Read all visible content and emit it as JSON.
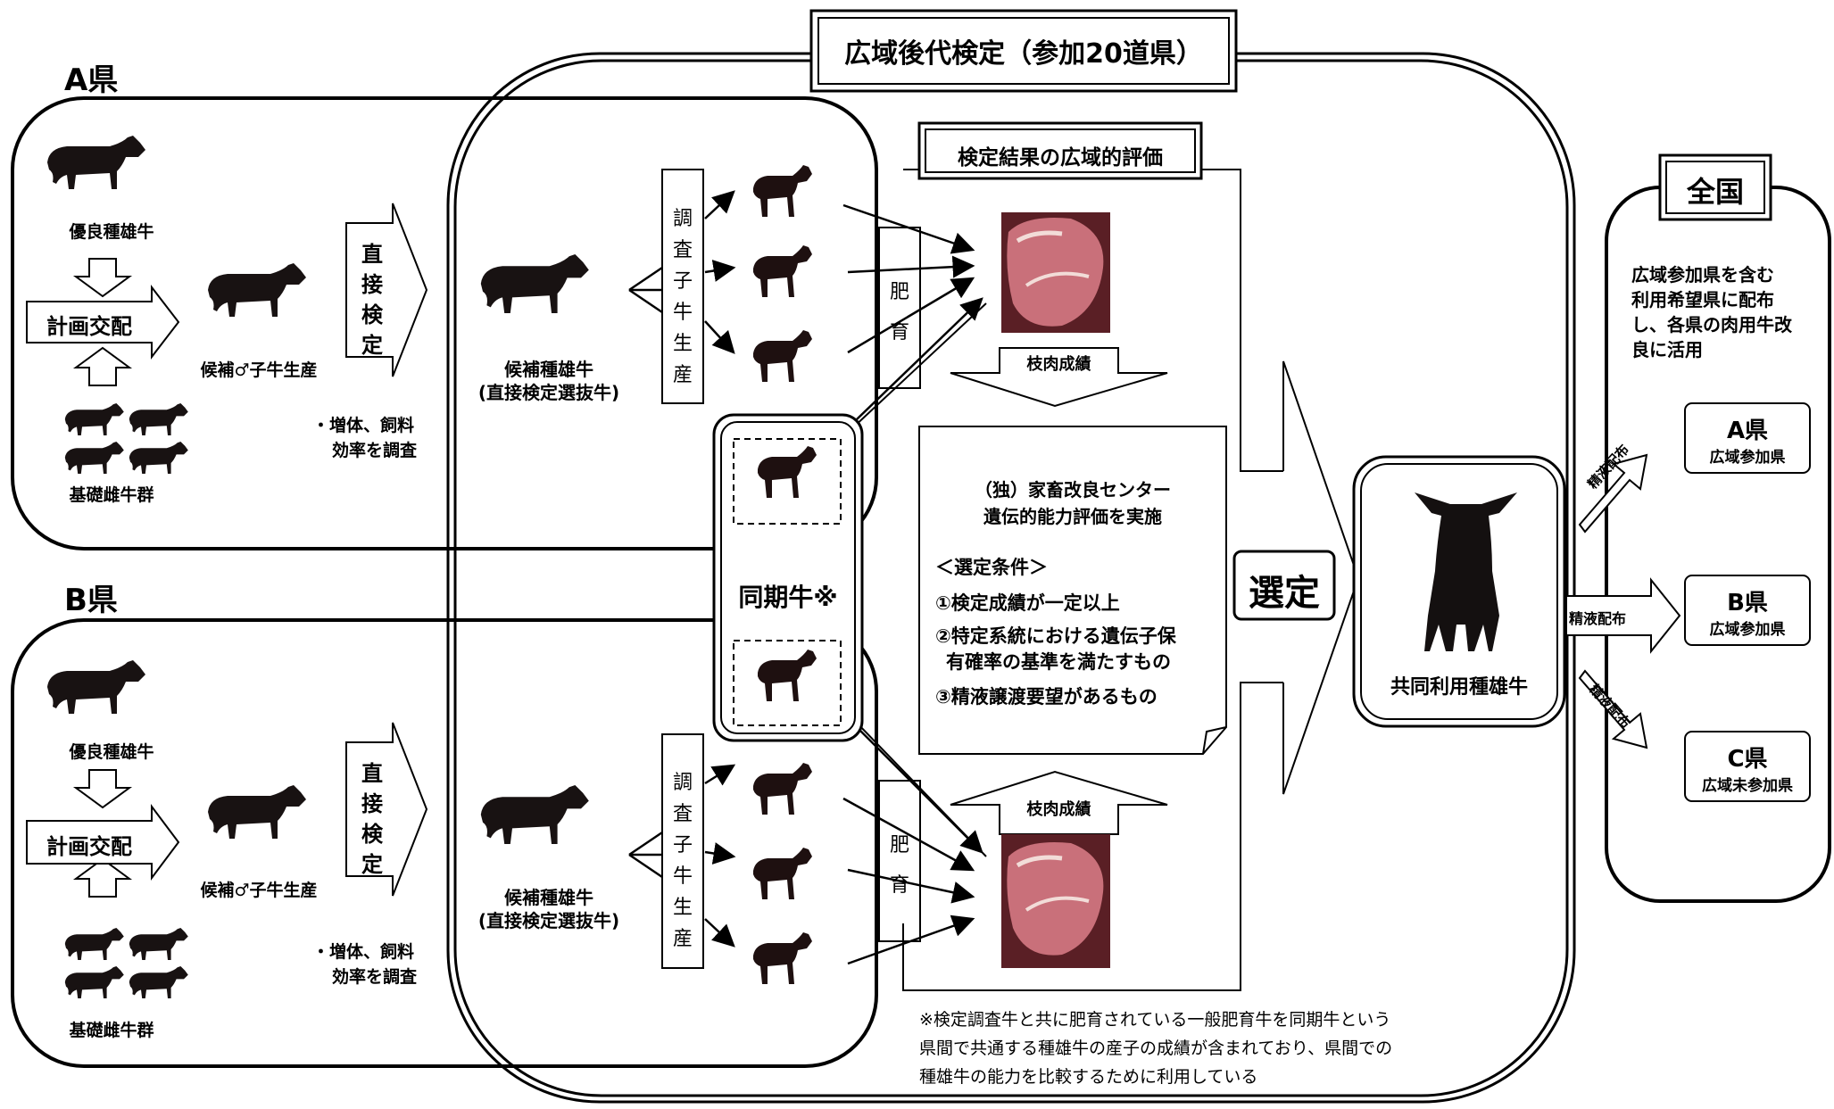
{
  "main_title": "広域後代検定（参加20道県）",
  "prefectures": [
    {
      "name": "A県",
      "excellent_bull": "優良種雄牛",
      "planned_mating": "計画交配",
      "foundation_cows": "基礎雌牛群",
      "candidate_calf": "候補♂子牛生産",
      "direct_test_arrow": "直接検定",
      "direct_test_note_1": "・増体、飼料",
      "direct_test_note_2": "効率を調査",
      "candidate_bull_1": "候補種雄牛",
      "candidate_bull_2": "(直接検定選抜牛)",
      "survey_calf_production": "調査子牛生産",
      "fattening": "肥育",
      "carcass_results": "枝肉成績"
    },
    {
      "name": "B県",
      "excellent_bull": "優良種雄牛",
      "planned_mating": "計画交配",
      "foundation_cows": "基礎雌牛群",
      "candidate_calf": "候補♂子牛生産",
      "direct_test_arrow": "直接検定",
      "direct_test_note_1": "・増体、飼料",
      "direct_test_note_2": "効率を調査",
      "candidate_bull_1": "候補種雄牛",
      "candidate_bull_2": "(直接検定選抜牛)",
      "survey_calf_production": "調査子牛生産",
      "fattening": "肥育",
      "carcass_results": "枝肉成績"
    }
  ],
  "contemporaries": "同期牛※",
  "wide_area_evaluation": "検定結果の広域的評価",
  "center_box": {
    "line1": "（独）家畜改良センター",
    "line2": "遺伝的能力評価を実施",
    "conditions_title": "＜選定条件＞",
    "cond1": "①検定成績が一定以上",
    "cond2a": "②特定系統における遺伝子保",
    "cond2b": "有確率の基準を満たすもの",
    "cond3": "③精液譲渡要望があるもの"
  },
  "selection": "選定",
  "shared_bull": "共同利用種雄牛",
  "nationwide": {
    "title": "全国",
    "desc1": "広域参加県を含む",
    "desc2": "利用希望県に配布",
    "desc3": "し、各県の肉用牛改",
    "desc4": "良に活用",
    "semen_distribution": "精液配布",
    "dest": [
      {
        "name": "A県",
        "status": "広域参加県"
      },
      {
        "name": "B県",
        "status": "広域参加県"
      },
      {
        "name": "C県",
        "status": "広域未参加県"
      }
    ]
  },
  "footnote": {
    "line1": "※検定調査牛と共に肥育されている一般肥育牛を同期牛という",
    "line2": "県間で共通する種雄牛の産子の成績が含まれており、県間での",
    "line3": "種雄牛の能力を比較するために利用している"
  },
  "colors": {
    "black": "#000000",
    "white": "#ffffff",
    "cattle": "#1a1212",
    "meat": "#c9707a"
  }
}
